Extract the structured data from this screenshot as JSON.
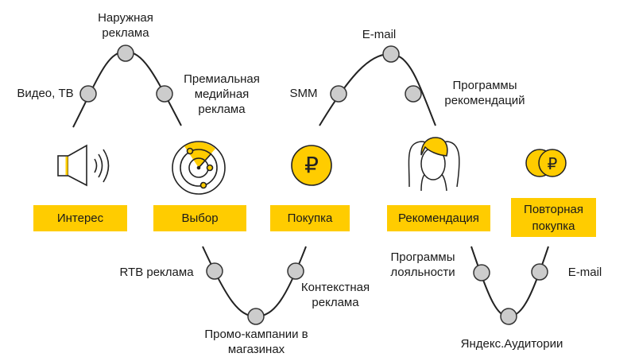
{
  "colors": {
    "accent": "#FFCC00",
    "dot": "#cccccc",
    "line": "#222222"
  },
  "stages": [
    "Интерес",
    "Выбор",
    "Покупка",
    "Рекомендация",
    "Повторная покупка"
  ],
  "channels": {
    "outdoor": "Наружная реклама",
    "video_tv": "Видео, ТВ",
    "premium": "Премиальная медийная реклама",
    "email_top": "E-mail",
    "smm": "SMM",
    "recommend_programs": "Программы рекомендаций",
    "rtb": "RTB реклама",
    "context": "Контекстная реклама",
    "promo": "Промо-кампании в магазинах",
    "loyalty": "Программы лояльности",
    "email_bottom": "E-mail",
    "yandex": "Яндекс.Аудитории"
  },
  "icons": [
    "speaker-icon",
    "radar-icon",
    "ruble-coin-icon",
    "people-icon",
    "coins-icon"
  ]
}
